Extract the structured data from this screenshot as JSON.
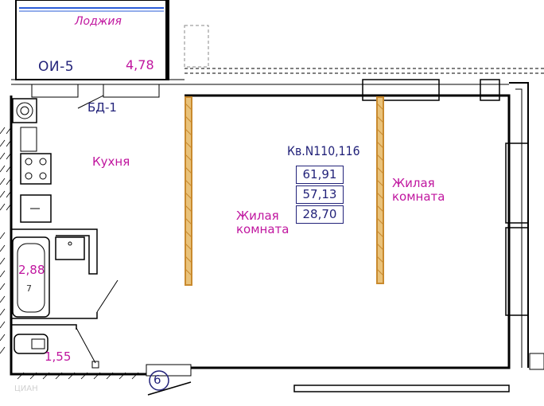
{
  "labels": {
    "loggia": "Лоджия",
    "window_mark": "ОИ-5",
    "loggia_area": "4,78",
    "door_mark": "БД-1",
    "kitchen": "Кухня",
    "apartment": "Кв.N110,116",
    "room_left": "Жилая\nкомната",
    "room_right": "Жилая\nкомната",
    "bathroom_area": "2,88",
    "bath_number": "7",
    "wc_area": "1,55",
    "axis": "6",
    "watermark": "ЦИАН"
  },
  "areas": [
    "61,91",
    "57,13",
    "28,70"
  ],
  "colors": {
    "label_pink": "#c0169f",
    "label_navy": "#23237a",
    "wall": "#000000",
    "partition": "#c98a2e"
  }
}
